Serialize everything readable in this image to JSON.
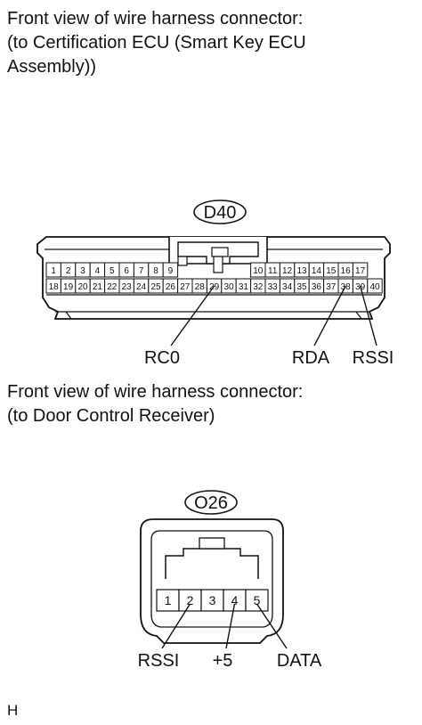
{
  "connector_d40": {
    "caption_lines": [
      "Front view of wire harness connector:",
      "(to Certification ECU (Smart Key ECU",
      "Assembly))"
    ],
    "code": "D40",
    "row1_left": [
      "1",
      "2",
      "3",
      "4",
      "5",
      "6",
      "7",
      "8",
      "9"
    ],
    "row1_right": [
      "10",
      "11",
      "12",
      "13",
      "14",
      "15",
      "16",
      "17"
    ],
    "row2": [
      "18",
      "19",
      "20",
      "21",
      "22",
      "23",
      "24",
      "25",
      "26",
      "27",
      "28",
      "29",
      "30",
      "31",
      "32",
      "33",
      "34",
      "35",
      "36",
      "37",
      "38",
      "39",
      "40"
    ],
    "callouts": [
      {
        "label": "RC0",
        "pin": "29"
      },
      {
        "label": "RDA",
        "pin": "38"
      },
      {
        "label": "RSSI",
        "pin": "39"
      }
    ]
  },
  "connector_o26": {
    "caption_lines": [
      "Front view of wire harness connector:",
      "(to Door Control Receiver)"
    ],
    "code": "O26",
    "pins": [
      "1",
      "2",
      "3",
      "4",
      "5"
    ],
    "callouts": [
      {
        "label": "RSSI",
        "pin": "2"
      },
      {
        "label": "+5",
        "pin": "4"
      },
      {
        "label": "DATA",
        "pin": "5"
      }
    ]
  },
  "footer": "H"
}
